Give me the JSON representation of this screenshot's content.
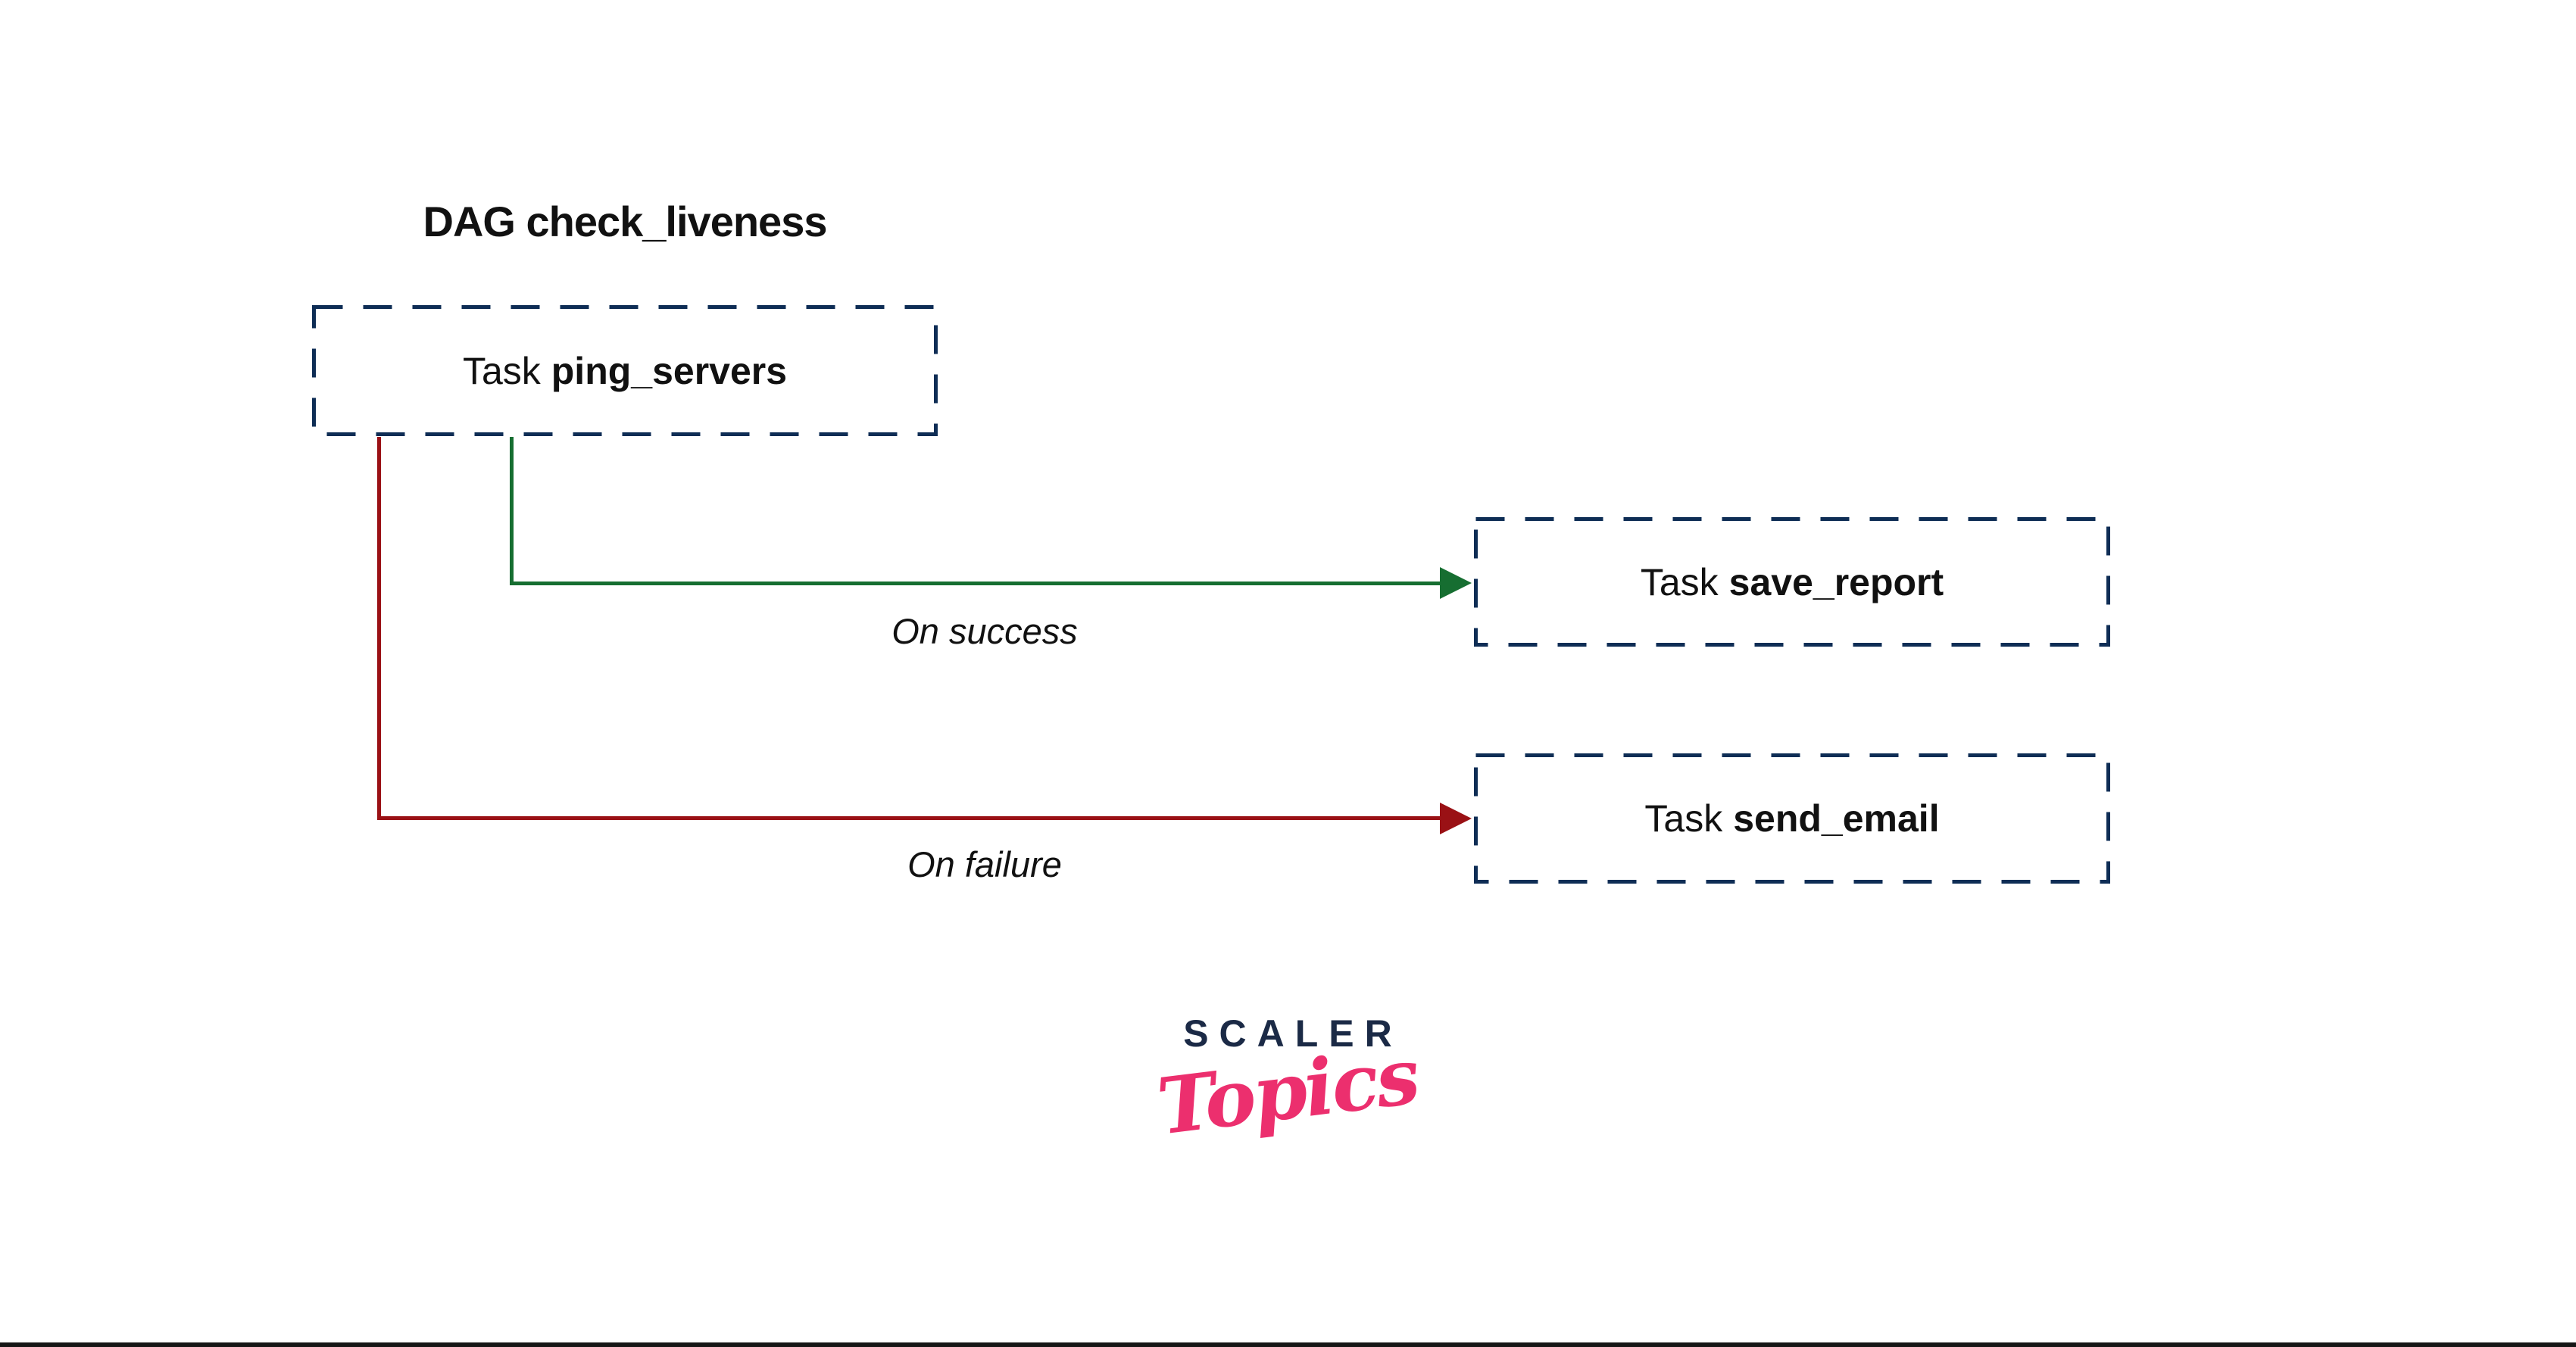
{
  "diagram": {
    "title": "DAG check_liveness",
    "nodes": [
      {
        "prefix": "Task",
        "name": "ping_servers"
      },
      {
        "prefix": "Task",
        "name": "save_report"
      },
      {
        "prefix": "Task",
        "name": "send_email"
      }
    ],
    "edges": [
      {
        "from": "ping_servers",
        "to": "save_report",
        "label": "On success",
        "color": "#166e31"
      },
      {
        "from": "ping_servers",
        "to": "send_email",
        "label": "On failure",
        "color": "#9a1115"
      }
    ]
  },
  "logo": {
    "wordmark": "SCALER",
    "sub_wordmark": "Topics"
  },
  "colors": {
    "box-border": "#0e2d55",
    "success-green": "#166e31",
    "failure-red": "#9a1115",
    "text-black": "#111111",
    "brand-navy": "#1b2a46",
    "brand-pink": "#ec2f6e",
    "rule-black": "#161616"
  }
}
